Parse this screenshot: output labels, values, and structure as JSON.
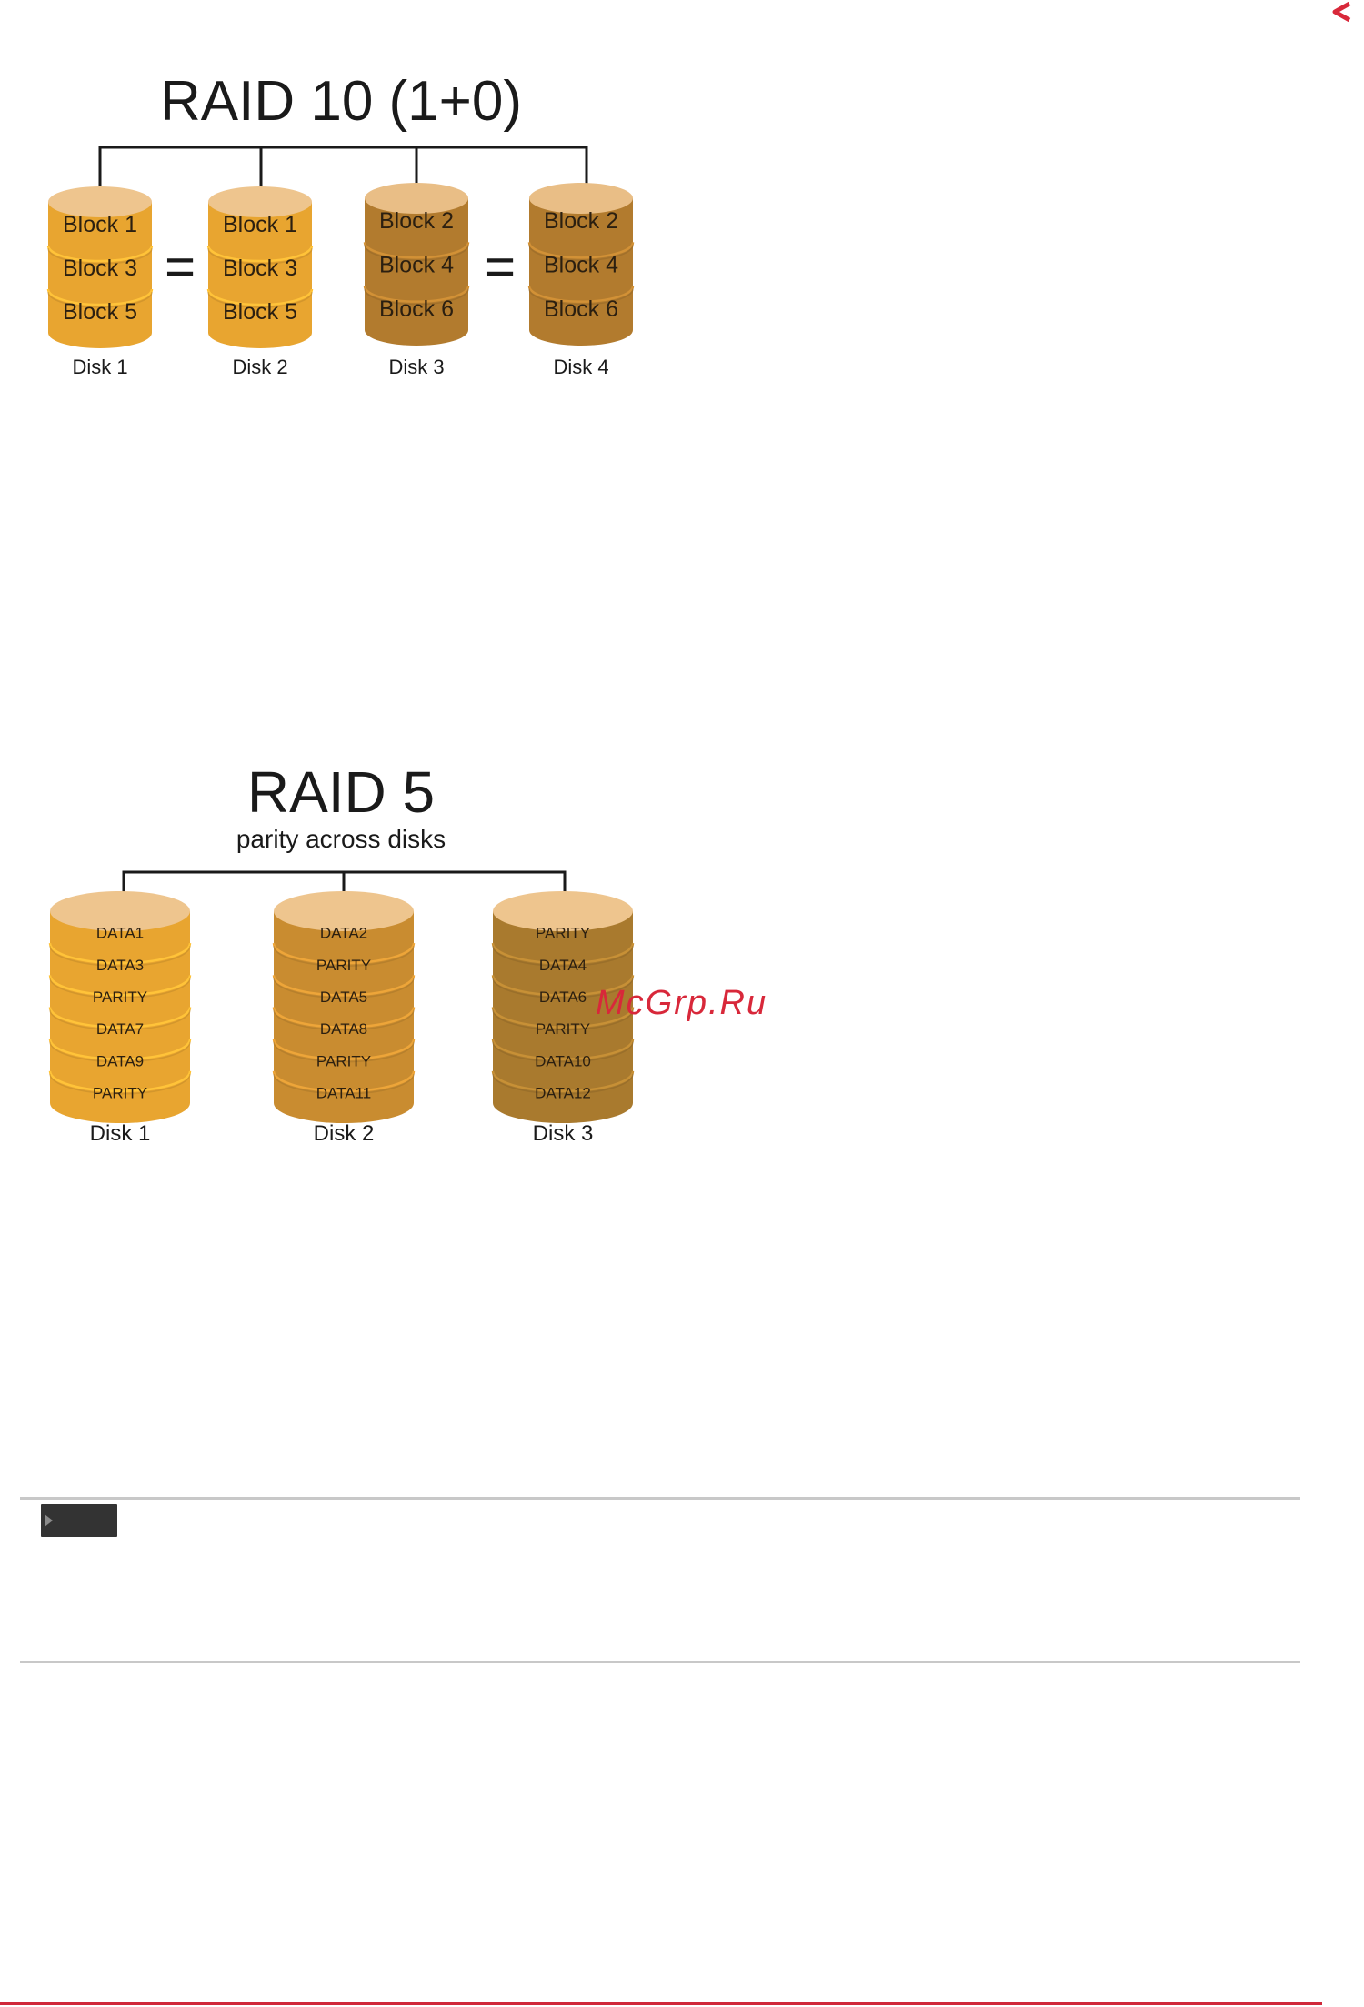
{
  "raid10": {
    "title": "RAID 10 (1+0)",
    "disks": [
      {
        "label": "Disk 1",
        "blocks": [
          "Block 1",
          "Block 3",
          "Block 5"
        ],
        "color": "#E8A530",
        "top": "#EEC58E"
      },
      {
        "label": "Disk 2",
        "blocks": [
          "Block 1",
          "Block 3",
          "Block 5"
        ],
        "color": "#E8A530",
        "top": "#EEC58E"
      },
      {
        "label": "Disk 3",
        "blocks": [
          "Block 2",
          "Block 4",
          "Block 6"
        ],
        "color": "#B27B2E",
        "top": "#E9BE86"
      },
      {
        "label": "Disk 4",
        "blocks": [
          "Block 2",
          "Block 4",
          "Block 6"
        ],
        "color": "#B27B2E",
        "top": "#E9BE86"
      }
    ],
    "equals": [
      "=",
      "="
    ]
  },
  "raid5": {
    "title": "RAID 5",
    "subtitle": "parity across disks",
    "disks": [
      {
        "label": "Disk 1",
        "blocks": [
          "DATA1",
          "DATA3",
          "PARITY",
          "DATA7",
          "DATA9",
          "PARITY"
        ],
        "color": "#E8A530",
        "top": "#EEC58E"
      },
      {
        "label": "Disk 2",
        "blocks": [
          "DATA2",
          "PARITY",
          "DATA5",
          "DATA8",
          "PARITY",
          "DATA11"
        ],
        "color": "#C98C30",
        "top": "#EEC58E"
      },
      {
        "label": "Disk 3",
        "blocks": [
          "PARITY",
          "DATA4",
          "DATA6",
          "PARITY",
          "DATA10",
          "DATA12"
        ],
        "color": "#A97A2E",
        "top": "#EEC58E"
      }
    ]
  },
  "watermark": "McGrp.Ru",
  "colors": {
    "watermark": "#D8283A",
    "line": "#1a1a1a",
    "rule": "#d0283a"
  },
  "icons": {
    "back": "chevron-left-icon"
  }
}
